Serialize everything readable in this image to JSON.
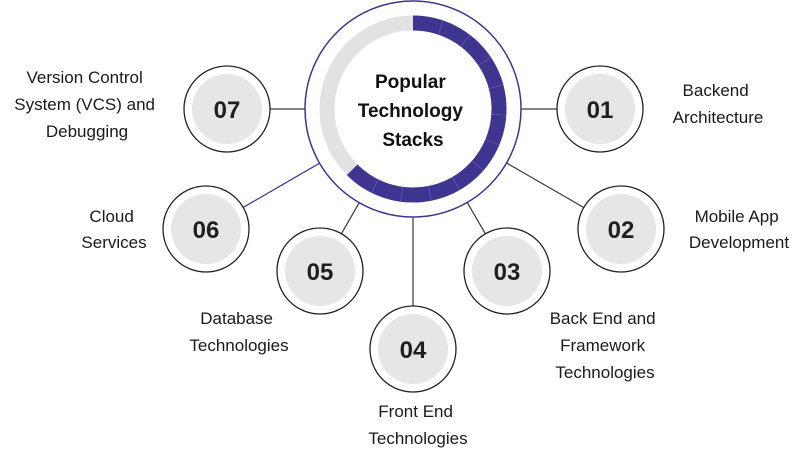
{
  "colors": {
    "accent": "#3d3590",
    "ring_track": "#e2e2e2",
    "node_fill": "#e6e6e6",
    "node_stroke": "#222222",
    "line_dark": "#3a3a3a"
  },
  "center": {
    "title_lines": [
      "Popular",
      "Technology",
      "Stacks"
    ],
    "progress": 0.625
  },
  "nodes": [
    {
      "id": "01",
      "number": "01",
      "label_lines": [
        "Backend",
        "Architecture"
      ]
    },
    {
      "id": "02",
      "number": "02",
      "label_lines": [
        "Mobile App",
        "Development"
      ]
    },
    {
      "id": "03",
      "number": "03",
      "label_lines": [
        "Back End and",
        "Framework",
        "Technologies"
      ]
    },
    {
      "id": "04",
      "number": "04",
      "label_lines": [
        "Front End",
        "Technologies"
      ]
    },
    {
      "id": "05",
      "number": "05",
      "label_lines": [
        "Database",
        "Technologies"
      ]
    },
    {
      "id": "06",
      "number": "06",
      "label_lines": [
        "Cloud",
        "Services"
      ]
    },
    {
      "id": "07",
      "number": "07",
      "label_lines": [
        "Version Control",
        "System (VCS) and",
        "Debugging"
      ]
    }
  ]
}
